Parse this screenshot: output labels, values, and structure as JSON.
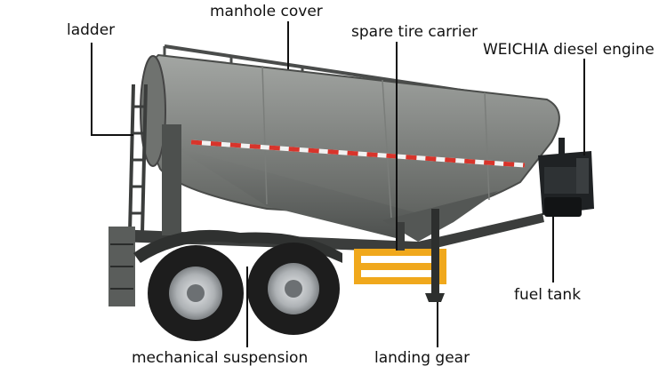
{
  "labels": {
    "ladder": "ladder",
    "manhole_cover": "manhole cover",
    "spare_tire_carrier": "spare tire carrier",
    "engine": "WEICHIA diesel engine",
    "fuel_tank": "fuel tank",
    "mechanical_suspension": "mechanical suspension",
    "landing_gear": "landing gear"
  },
  "colors": {
    "tank_body": "#8a8d8a",
    "tank_shadow": "#5d605e",
    "frame": "#3b3d3c",
    "reflective_red": "#d8342b",
    "reflective_white": "#f2f2f2",
    "guard_yellow": "#f0a81c",
    "tire": "#1d1d1d",
    "rim": "#b9bcbf",
    "engine": "#1f2224",
    "leader_line": "#111111"
  }
}
